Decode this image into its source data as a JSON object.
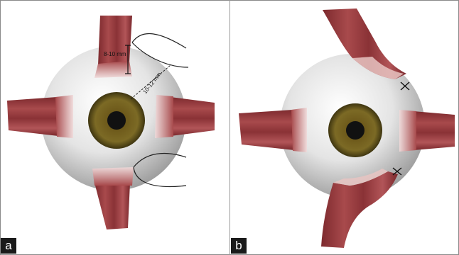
{
  "figure": {
    "panels": [
      {
        "label": "a"
      },
      {
        "label": "b"
      }
    ],
    "annotations": {
      "insertion_distance": "8-10 mm",
      "suture_distance": "10-12 mm"
    },
    "colors": {
      "sclera": "#e6e6e6",
      "muscle": "#9b3f42",
      "muscle_light": "#d89a96",
      "iris": "#6b5d1c",
      "pupil": "#111111",
      "suture": "#222222"
    }
  }
}
